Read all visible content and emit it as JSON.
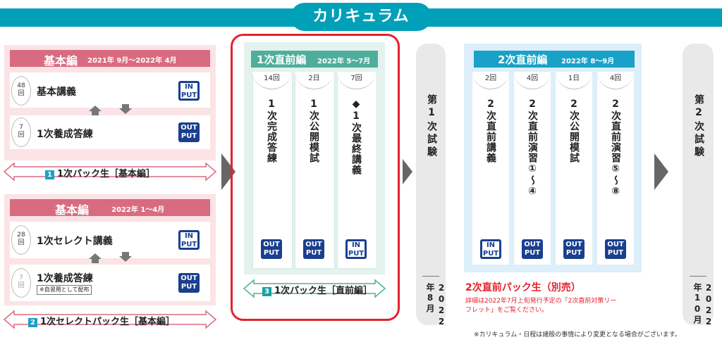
{
  "header": {
    "title": "カリキュラム"
  },
  "section1": {
    "block_a": {
      "title": "基本編",
      "dates": "2021年 9月〜2022年 4月",
      "rows": [
        {
          "count_num": "48",
          "count_unit": "回",
          "label": "基本講義",
          "badge": [
            "IN",
            "PUT"
          ]
        },
        {
          "count_num": "7",
          "count_unit": "回",
          "label": "1次養成答練",
          "badge": [
            "OUT",
            "PUT"
          ]
        }
      ],
      "pack_num": "1",
      "pack_label": "1次パック生［基本編］"
    },
    "block_b": {
      "title": "基本編",
      "dates": "2022年 1〜4月",
      "rows": [
        {
          "count_num": "28",
          "count_unit": "回",
          "label": "1次セレクト講義",
          "badge": [
            "IN",
            "PUT"
          ]
        },
        {
          "count_num": "7",
          "count_unit": "回",
          "label": "1次養成答練",
          "badge": [
            "OUT",
            "PUT"
          ],
          "note": "※自習用として配布"
        }
      ],
      "pack_num": "2",
      "pack_label": "1次セレクトパック生［基本編］"
    }
  },
  "section2": {
    "title": "1次直前編",
    "dates": "2022年 5〜7月",
    "columns": [
      {
        "count": "14回",
        "label": "1次完成答練",
        "badge": [
          "OUT",
          "PUT"
        ]
      },
      {
        "count": "2日",
        "label": "1次公開模試",
        "badge": [
          "OUT",
          "PUT"
        ]
      },
      {
        "count": "7回",
        "label": "◆1次最終講義",
        "badge": [
          "IN",
          "PUT"
        ]
      }
    ],
    "pack_num": "3",
    "pack_label": "1次パック生［直前編］"
  },
  "exam1": {
    "title": "第1次試験",
    "date": "2022年8月"
  },
  "section3": {
    "title": "2次直前編",
    "dates": "2022年 8〜9月",
    "columns": [
      {
        "count": "2回",
        "label": "2次直前講義",
        "badge": [
          "IN",
          "PUT"
        ]
      },
      {
        "count": "4回",
        "label": "2次直前演習①〜④",
        "badge": [
          "OUT",
          "PUT"
        ]
      },
      {
        "count": "1日",
        "label": "2次公開模試",
        "badge": [
          "OUT",
          "PUT"
        ]
      },
      {
        "count": "4回",
        "label": "2次直前演習⑤〜⑧",
        "badge": [
          "OUT",
          "PUT"
        ]
      }
    ],
    "pack_label": "2次直前パック生（別売）",
    "pack_note_1": "詳細は2022年7月上旬発行予定の「2次直前対策リー",
    "pack_note_2": "フレット」をご覧ください。"
  },
  "exam2": {
    "title": "第2次試験",
    "date": "2022年10月"
  },
  "footnote": "※カリキュラム・日程は諸般の事情により変更となる場合がございます。",
  "colors": {
    "teal": "#00a0b8",
    "pink": "#d96b80",
    "green": "#4fae9b",
    "blue": "#1aa1c7",
    "navy": "#1b3f8f",
    "red": "#e1232d"
  }
}
